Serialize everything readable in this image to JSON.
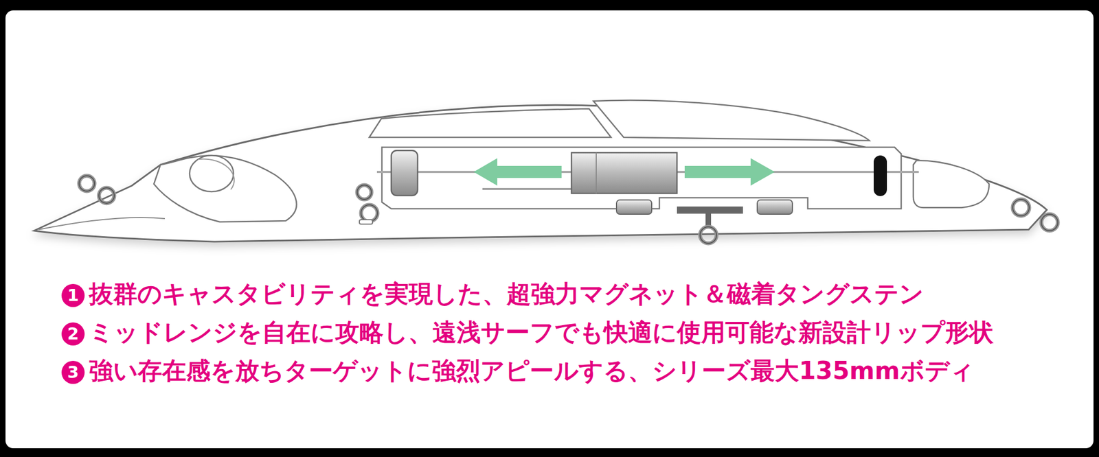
{
  "diagram": {
    "labels": [
      "1",
      "抜群のキャスタビリティを実現した、超強力マグネット＆磁着タングステン",
      "2",
      "ミッドレンジを自在に攻略し、遠浅サーフでも快適に使用可能な新設計リップ形状",
      "3",
      "強い存在感を放ちターゲットに強烈アピールする、シリーズ最大135mmボディ"
    ]
  }
}
